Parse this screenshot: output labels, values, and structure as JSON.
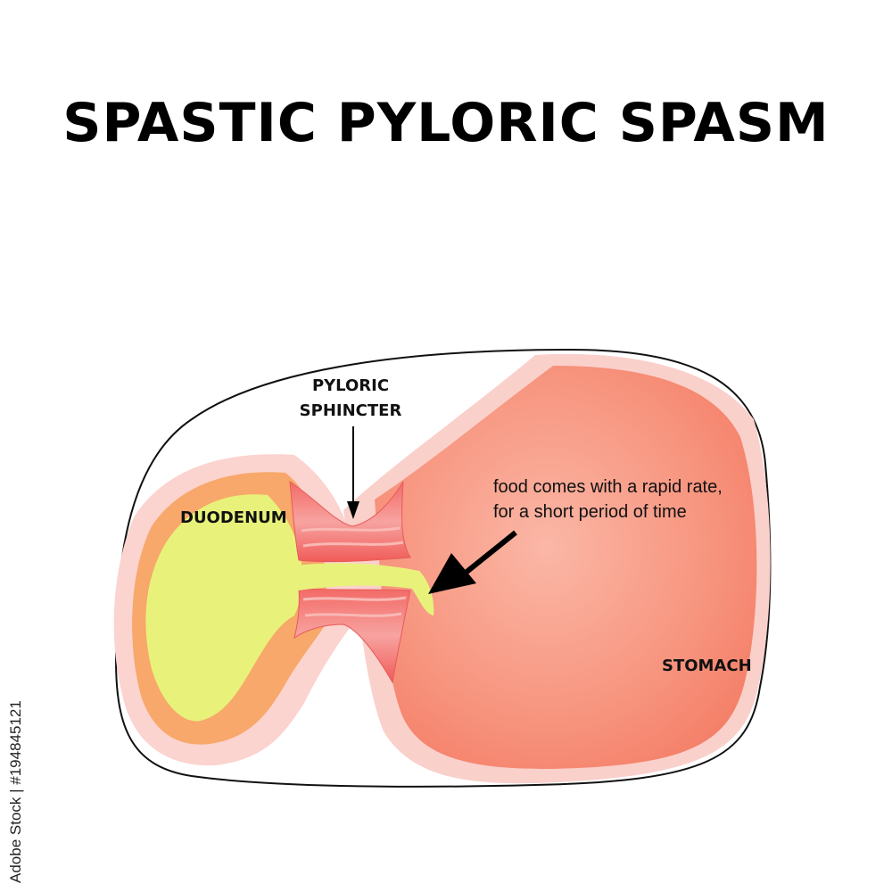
{
  "title": "SPASTIC PYLORIC SPASM",
  "labels": {
    "pyloric_line1": "PYLORIC",
    "pyloric_line2": "SPHINCTER",
    "duodenum": "DUODENUM",
    "stomach": "STOMACH",
    "note_line1": "food comes with a rapid rate,",
    "note_line2": "for a short period of time"
  },
  "side_id": "Adobe Stock | #194845121",
  "colors": {
    "stomach": "#f78b74",
    "stomach_wall": "#f9c4c0",
    "duodenum_wall": "#f7a86a",
    "chyme": "#e8f27a",
    "sphincter": "#f26d6a"
  }
}
